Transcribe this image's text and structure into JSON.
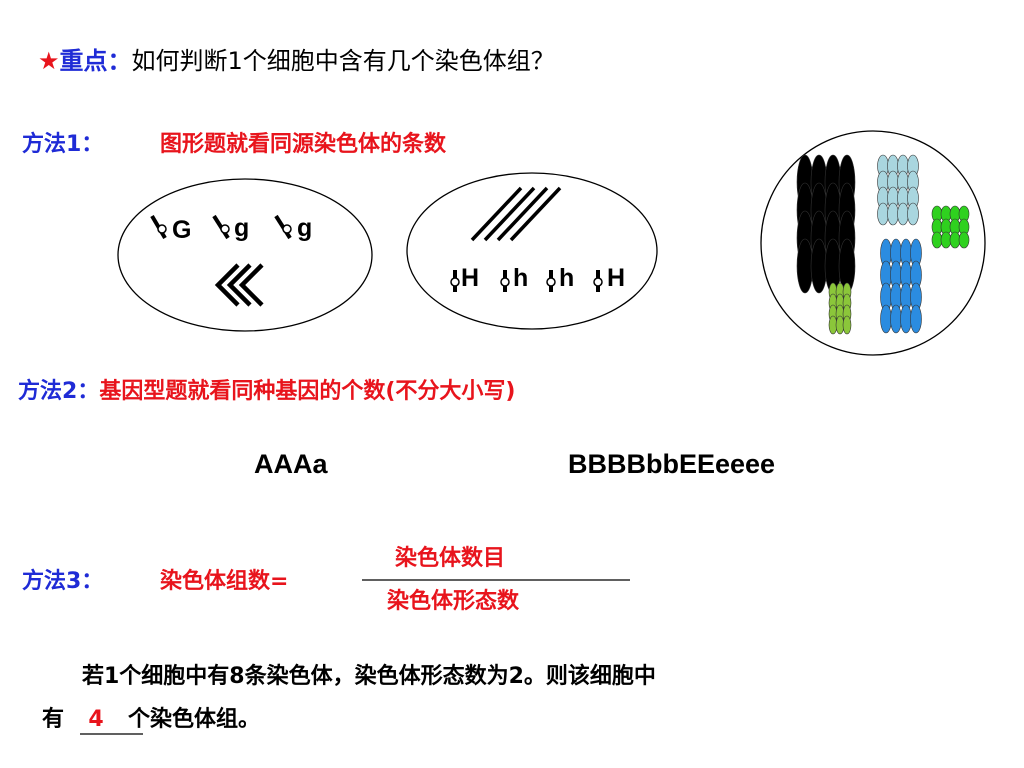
{
  "title": {
    "star": "★",
    "key_label": "重点",
    "colon": "：",
    "question": "如何判断1个细胞中含有几个染色体组？"
  },
  "method1": {
    "label": "方法1：",
    "text": "图形题就看同源染色体的条数",
    "cell1_labels": [
      "G",
      "g",
      "g"
    ],
    "cell2_labels": [
      "H",
      "h",
      "h",
      "H"
    ]
  },
  "method2": {
    "label": "方法2：",
    "text": "基因型题就看同种基因的个数",
    "note": "(不分大小写)",
    "genotype1": "AAAa",
    "genotype2": "BBBBbbEEeeee"
  },
  "method3": {
    "label": "方法3：",
    "lhs": "染色体组数=",
    "numerator": "染色体数目",
    "denominator": "染色体形态数"
  },
  "question": {
    "line1": "若1个细胞中有8条染色体，染色体形态数为2。则该细胞中",
    "prefix": "有",
    "answer": "4",
    "suffix": "个染色体组。"
  },
  "colors": {
    "red": "#e8141c",
    "blue": "#1f2bd6",
    "chrom_black": "#000000",
    "chrom_lightblue": "#a9d6df",
    "chrom_green": "#2fd11f",
    "chrom_blue": "#2b8ce0",
    "chrom_olive": "#8bc63a"
  }
}
